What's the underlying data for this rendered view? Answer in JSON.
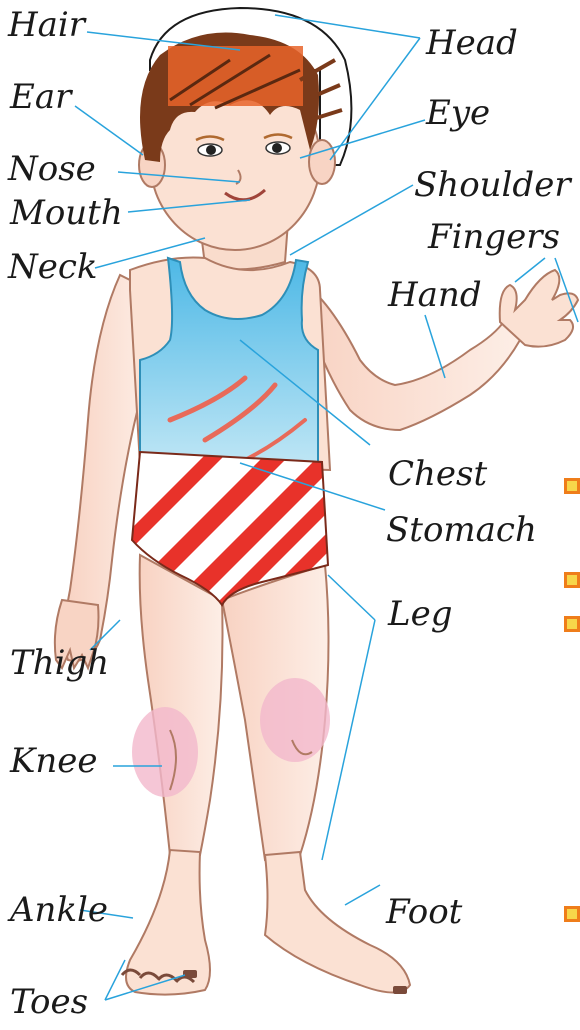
{
  "labels": {
    "hair": "Hair",
    "head": "Head",
    "ear": "Ear",
    "eye": "Eye",
    "nose": "Nose",
    "shoulder": "Shoulder",
    "mouth": "Mouth",
    "fingers": "Fingers",
    "neck": "Neck",
    "hand": "Hand",
    "chest": "Chest",
    "stomach": "Stomach",
    "leg": "Leg",
    "thigh": "Thigh",
    "knee": "Knee",
    "ankle": "Ankle",
    "foot": "Foot",
    "toes": "Toes"
  },
  "colors": {
    "leader_line": "#29a3dc",
    "skin": "#fbe1d3",
    "skin_outline": "#b07a64",
    "hair": "#7a3a1a",
    "hair_highlight": "#e8642a",
    "vest": "#5fc3ea",
    "stripe_red": "#e8322a",
    "knee_pink": "#f3b8cc",
    "bullet_fill": "#f7d64a",
    "bullet_border": "#ef7d1a"
  }
}
